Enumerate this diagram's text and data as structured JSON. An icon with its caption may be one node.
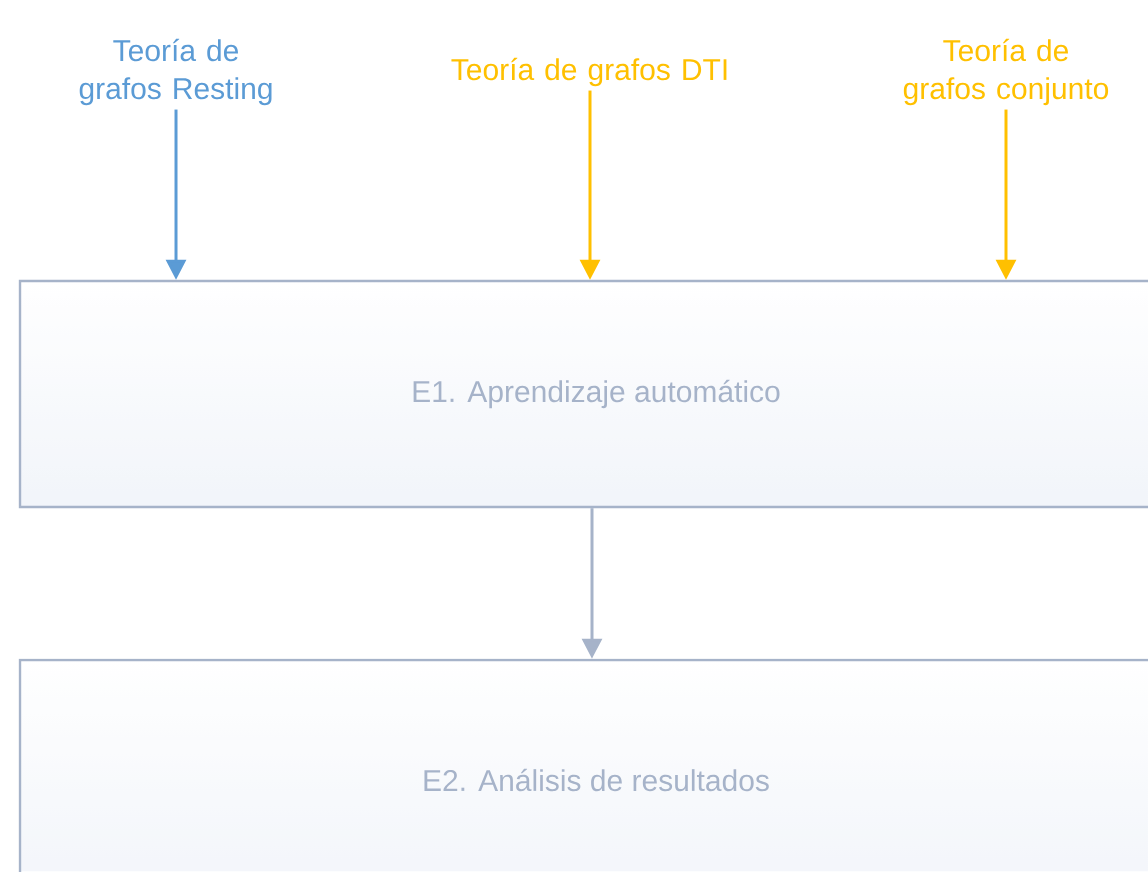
{
  "diagram": {
    "nodes": [
      {
        "text": [
          "Teoría de grafos Resting"
        ]
      },
      {
        "text": [
          "Teoría de grafos DTI"
        ]
      },
      {
        "text": [
          "Teoría de grafos conjunto"
        ]
      },
      {
        "text": [
          "E1. Aprendizaje automático"
        ]
      },
      {
        "text": [
          "E2. Análisis de resultados"
        ]
      }
    ],
    "edges": [
      {
        "from": 0,
        "to": 3,
        "arrow": "to",
        "color": "#5b9bd5"
      },
      {
        "from": 1,
        "to": 3,
        "arrow": "to",
        "color": "#ffc000"
      },
      {
        "from": 2,
        "to": 3,
        "arrow": "to",
        "color": "#ffc000"
      },
      {
        "from": 3,
        "to": 4,
        "arrow": "to",
        "color": "#a6b3c9"
      }
    ]
  }
}
